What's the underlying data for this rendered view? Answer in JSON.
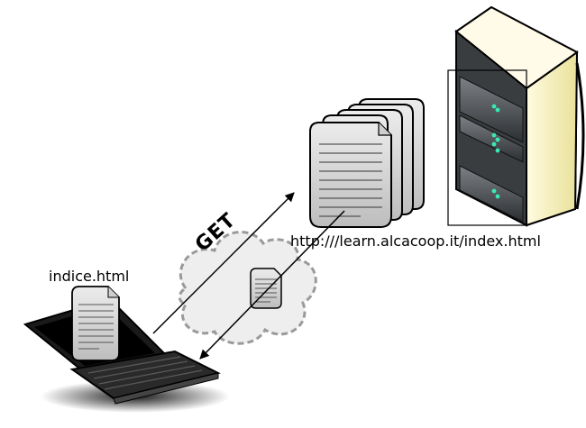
{
  "diagram": {
    "url_label": "http:///learn.alcacoop.it/index.html",
    "local_file_label": "indice.html",
    "request_label": "GET"
  },
  "colors": {
    "server_cream": "#f5f0b4",
    "server_dark": "#303437",
    "document_gray": "#d8d8d8",
    "cloud_fill": "#eeeeee",
    "cloud_dash": "#9a9a9a",
    "server_led": "#3be8b0"
  }
}
